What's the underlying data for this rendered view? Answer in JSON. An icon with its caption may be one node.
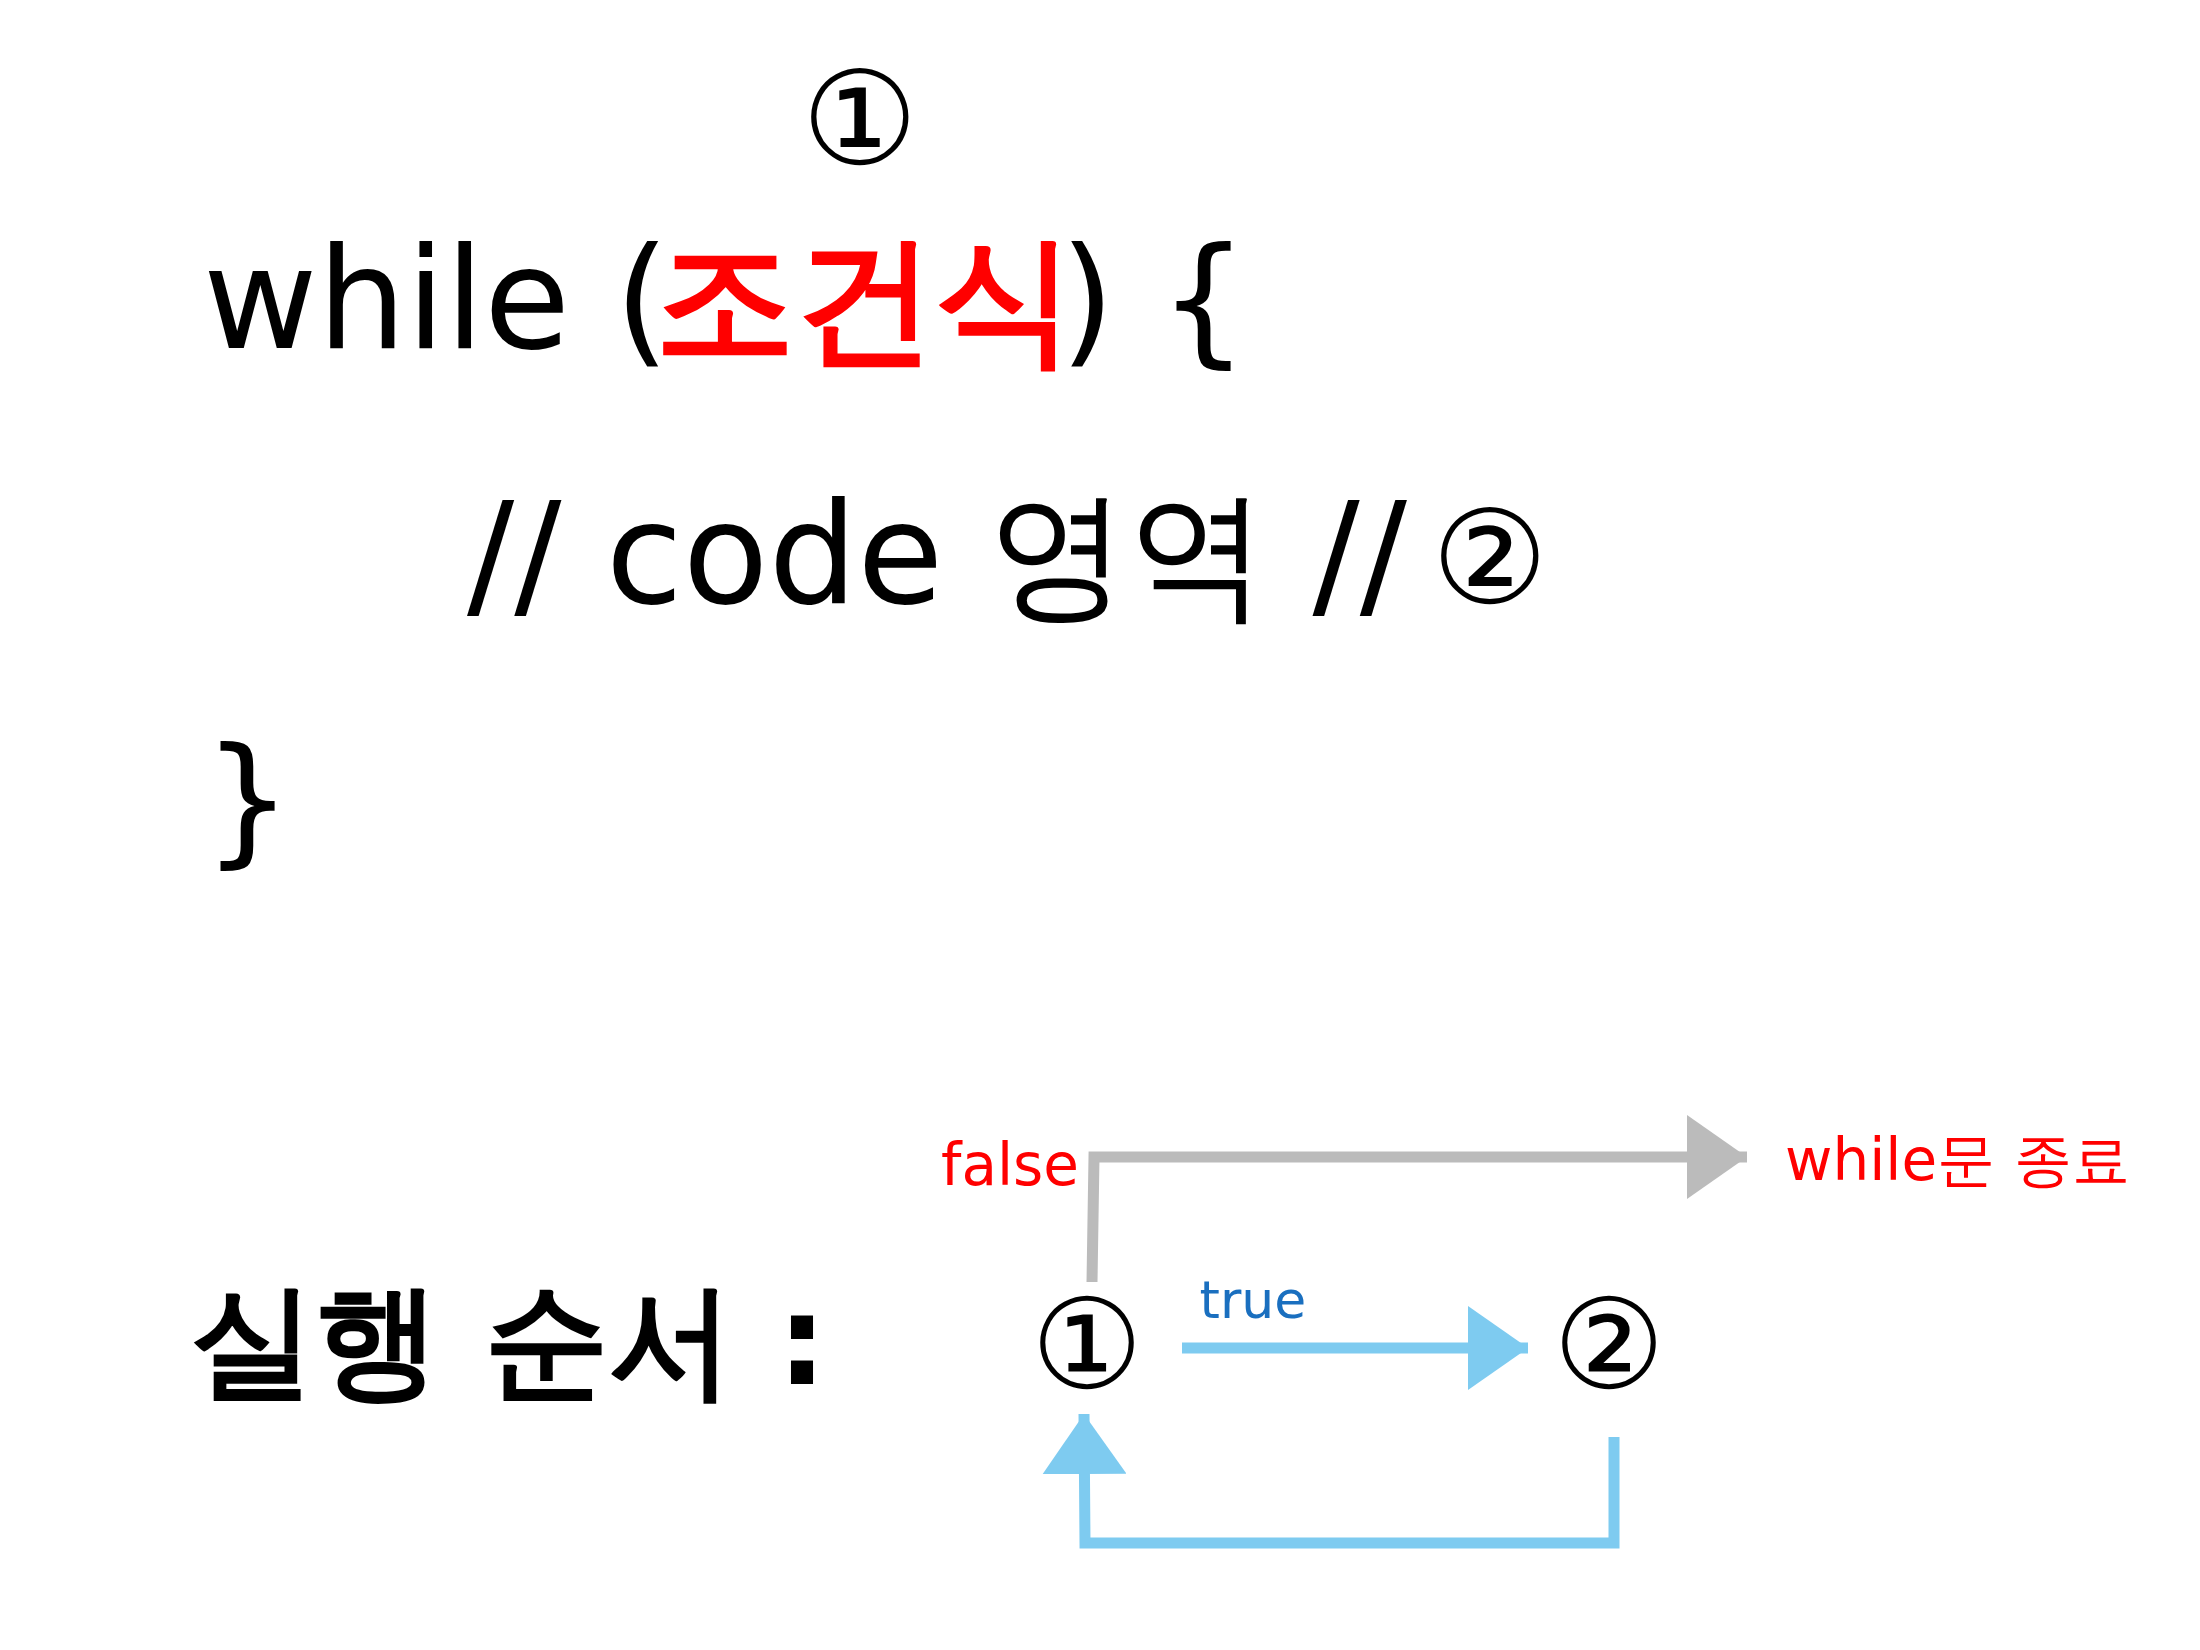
{
  "diagram": {
    "nodes": [
      {
        "text": [
          "①"
        ]
      },
      {
        "text": [
          "②"
        ]
      },
      {
        "text": [
          "while문 종료"
        ]
      }
    ],
    "edges": [
      {
        "from": 0,
        "to": 2,
        "arrow": "to",
        "label": "false",
        "color": "#bbbbbb"
      },
      {
        "from": 0,
        "to": 1,
        "arrow": "to",
        "label": "true"
      },
      {
        "from": 1,
        "to": 0,
        "arrow": "to"
      }
    ],
    "labels": [
      "①",
      "while (",
      "조건식",
      ") {",
      "// code 영역 //",
      "②",
      "}",
      "실행 순서 :"
    ]
  }
}
